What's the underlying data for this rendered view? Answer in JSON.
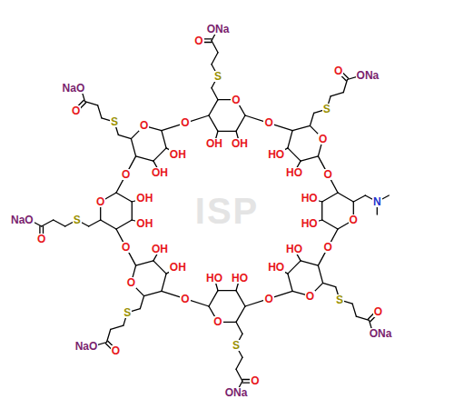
{
  "diagram": {
    "labels": [
      "O",
      "OH",
      "OH",
      "O",
      "S",
      "O",
      "ONa",
      "O",
      "HO",
      "HO",
      "O",
      "S",
      "O",
      "ONa",
      "O",
      "HO",
      "HO",
      "O",
      "N",
      "O",
      "HO",
      "HO",
      "O",
      "S",
      "O",
      "ONa",
      "O",
      "HO",
      "HO",
      "O",
      "S",
      "O",
      "ONa",
      "O",
      "OH",
      "OH",
      "O",
      "S",
      "O",
      "NaO",
      "O",
      "OH",
      "OH",
      "O",
      "S",
      "O",
      "NaO",
      "O",
      "OH",
      "OH",
      "O",
      "S",
      "O",
      "NaO",
      "ISP"
    ]
  }
}
